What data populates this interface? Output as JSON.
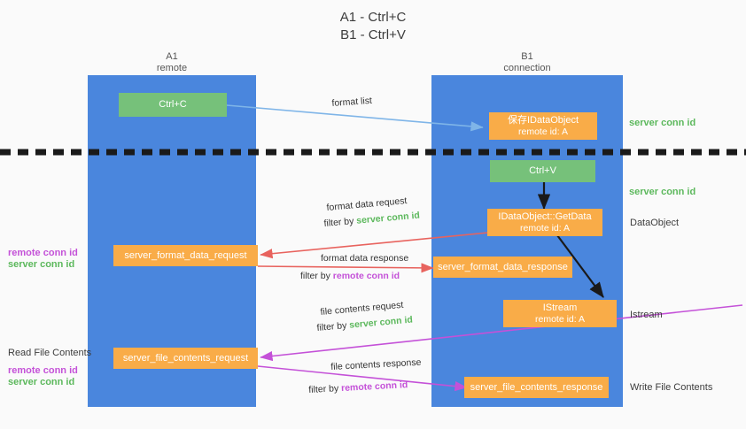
{
  "title": "A1 - Ctrl+C\nB1 - Ctrl+V",
  "colors": {
    "background": "#fafafa",
    "lane": "#4a86dd",
    "green_box": "#76c17a",
    "orange_box": "#f9ac48",
    "server_conn_id": "#5cb85c",
    "remote_conn_id": "#c451d8",
    "arrow_blue": "#7fb5e8",
    "arrow_red": "#e8635e",
    "arrow_purple": "#c451d8",
    "arrow_black": "#1a1a1a",
    "divider": "#1a1a1a"
  },
  "lanes": [
    {
      "id": "a1",
      "title": "A1\nremote"
    },
    {
      "id": "b1",
      "title": "B1\nconnection"
    }
  ],
  "boxes": [
    {
      "id": "ctrl-c",
      "lane": "a1",
      "style": "green",
      "line1": "Ctrl+C",
      "line2": ""
    },
    {
      "id": "save-idataobject",
      "lane": "b1",
      "style": "orange",
      "line1": "保存IDataObject",
      "line2": "remote id: A"
    },
    {
      "id": "ctrl-v",
      "lane": "b1",
      "style": "green",
      "line1": "Ctrl+V",
      "line2": ""
    },
    {
      "id": "idataobject-getdata",
      "lane": "b1",
      "style": "orange",
      "line1": "IDataObject::GetData",
      "line2": "remote id: A"
    },
    {
      "id": "server-format-data-request",
      "lane": "a1",
      "style": "orange",
      "line1": "server_format_data_request",
      "line2": ""
    },
    {
      "id": "server-format-data-response",
      "lane": "b1",
      "style": "orange",
      "line1": "server_format_data_response",
      "line2": ""
    },
    {
      "id": "istream",
      "lane": "b1",
      "style": "orange",
      "line1": "IStream",
      "line2": "remote id: A"
    },
    {
      "id": "server-file-contents-request",
      "lane": "a1",
      "style": "orange",
      "line1": "server_file_contents_request",
      "line2": ""
    },
    {
      "id": "server-file-contents-response",
      "lane": "b1",
      "style": "orange",
      "line1": "server_file_contents_response",
      "line2": ""
    }
  ],
  "edge_labels": [
    {
      "id": "format-list",
      "text": "format list"
    },
    {
      "id": "format-data-request",
      "text": "format data request"
    },
    {
      "id": "format-data-request-filter",
      "prefix": "filter by ",
      "value": "server conn id",
      "value_color": "server"
    },
    {
      "id": "format-data-response",
      "text": "format data response"
    },
    {
      "id": "format-data-response-filter",
      "prefix": "filter by ",
      "value": "remote conn id",
      "value_color": "remote"
    },
    {
      "id": "file-contents-request",
      "text": "file contents request"
    },
    {
      "id": "file-contents-request-filter",
      "prefix": "filter by ",
      "value": "server conn id",
      "value_color": "server"
    },
    {
      "id": "file-contents-response",
      "text": "file contents response"
    },
    {
      "id": "file-contents-response-filter",
      "prefix": "filter by ",
      "value": "remote conn id",
      "value_color": "remote"
    }
  ],
  "right_annotations": [
    {
      "id": "server-conn-id-top",
      "text": "server conn id",
      "color": "server"
    },
    {
      "id": "server-conn-id-mid",
      "text": "server conn id",
      "color": "server"
    },
    {
      "id": "dataobject-label",
      "text": "DataObject",
      "color": "dark"
    },
    {
      "id": "istream-label",
      "text": "Istream",
      "color": "dark"
    },
    {
      "id": "write-file-contents",
      "text": "Write File Contents",
      "color": "dark"
    }
  ],
  "left_annotations": [
    {
      "id": "left-remote-conn-id-1",
      "text": "remote conn id",
      "color": "remote"
    },
    {
      "id": "left-server-conn-id-1",
      "text": "server conn id",
      "color": "server"
    },
    {
      "id": "read-file-contents",
      "text": "Read File Contents",
      "color": "dark"
    },
    {
      "id": "left-remote-conn-id-2",
      "text": "remote conn id",
      "color": "remote"
    },
    {
      "id": "left-server-conn-id-2",
      "text": "server conn id",
      "color": "server"
    }
  ]
}
